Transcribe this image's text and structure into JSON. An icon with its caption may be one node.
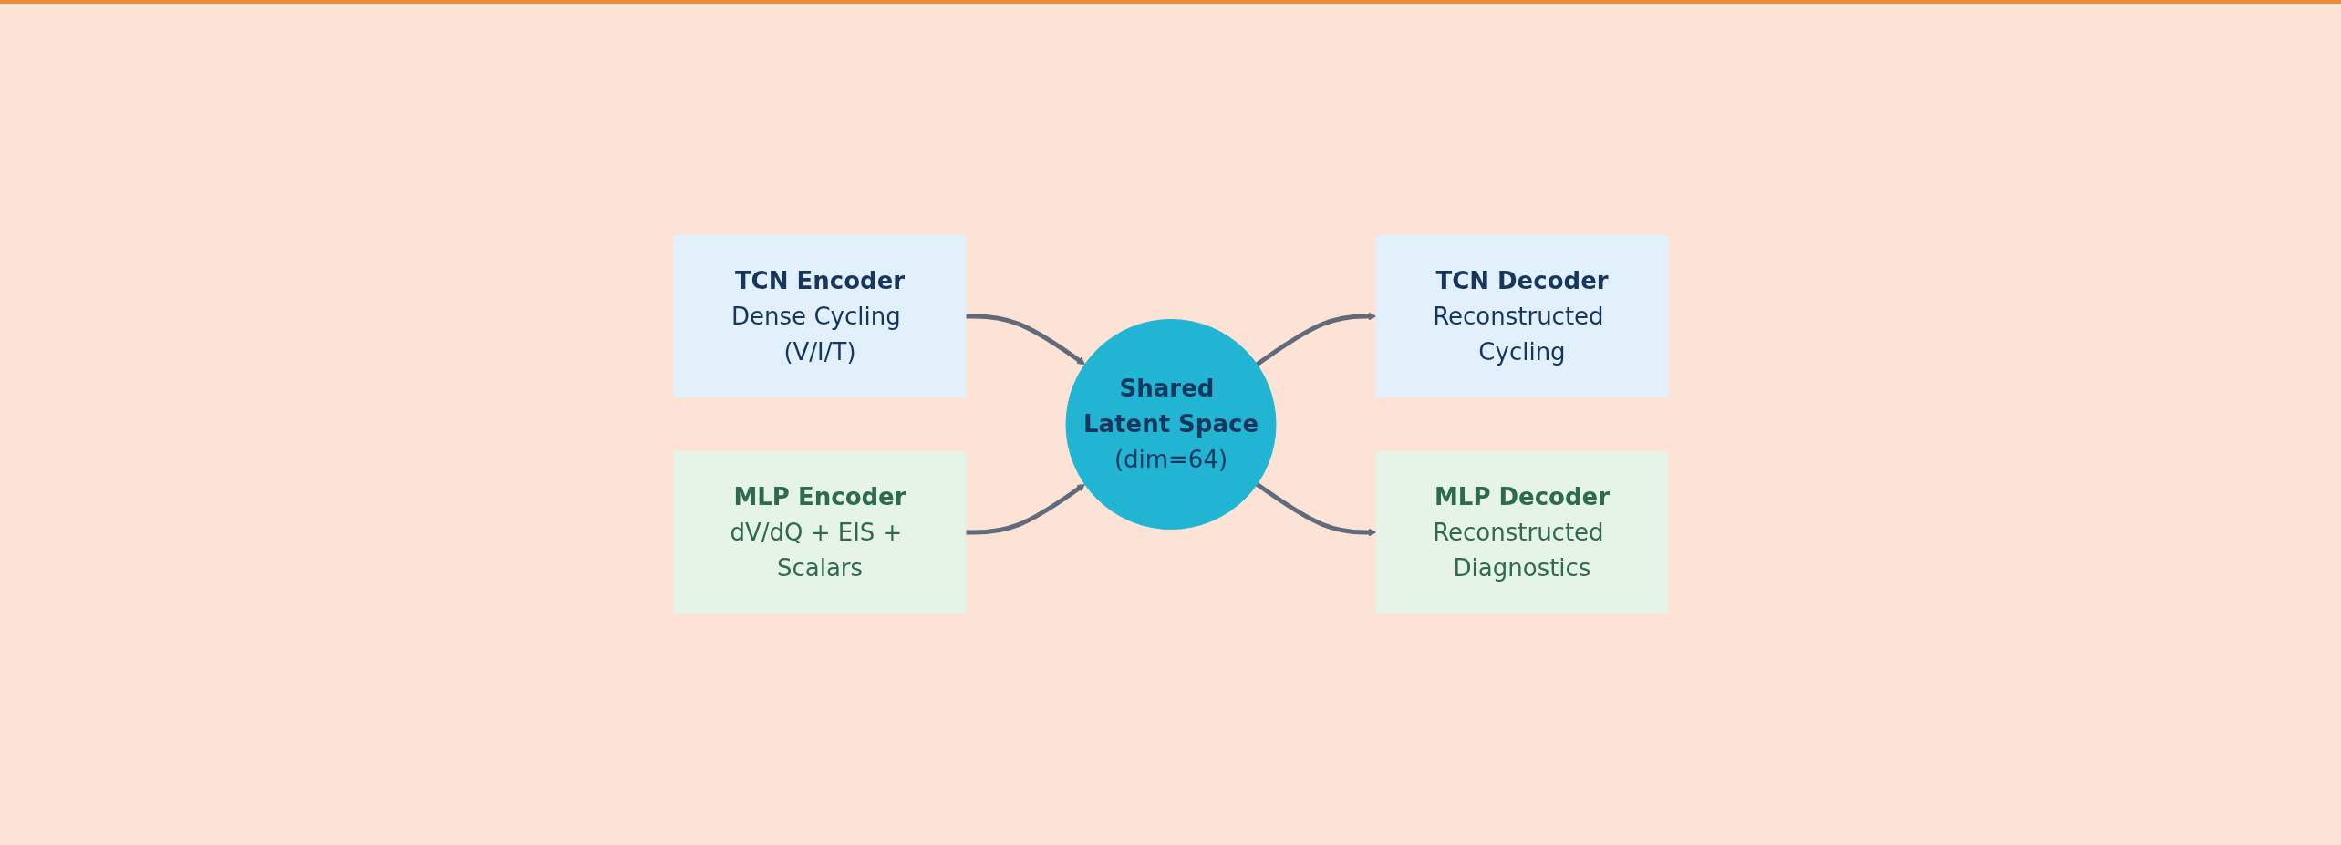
{
  "diagram": {
    "nodes": [
      {
        "text": [
          "TCN Encoder",
          "Dense Cycling (V/I/T)"
        ]
      },
      {
        "text": [
          "MLP Encoder",
          "dV/dQ + EIS + Scalars"
        ]
      },
      {
        "text": [
          "Shared Latent Space",
          "(dim=64)"
        ]
      },
      {
        "text": [
          "TCN Decoder",
          "Reconstructed Cycling"
        ]
      },
      {
        "text": [
          "MLP Decoder",
          "Reconstructed Diagnostics"
        ]
      }
    ],
    "edges": [
      {
        "from": 0,
        "to": 2,
        "arrow": "to"
      },
      {
        "from": 1,
        "to": 2,
        "arrow": "to"
      },
      {
        "from": 2,
        "to": 3,
        "arrow": "to"
      },
      {
        "from": 2,
        "to": 4,
        "arrow": "to"
      }
    ]
  }
}
